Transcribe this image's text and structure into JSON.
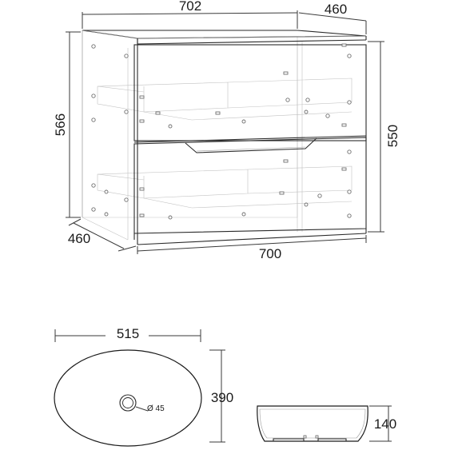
{
  "cabinet": {
    "top_width": "702",
    "top_depth": "460",
    "side_height": "566",
    "front_height": "550",
    "bottom_depth": "460",
    "bottom_width": "700"
  },
  "basin": {
    "width": "515",
    "depth": "390",
    "drain_label": "Ø 45",
    "height": "140"
  }
}
